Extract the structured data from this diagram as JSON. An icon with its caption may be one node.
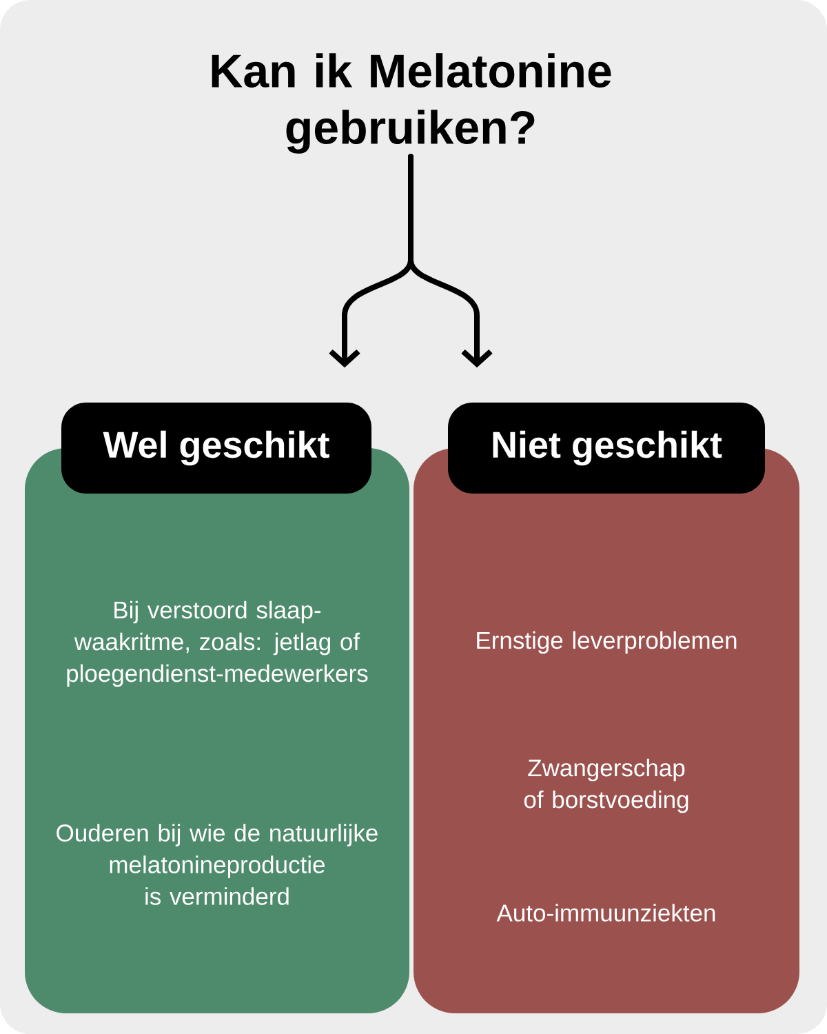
{
  "diagram": {
    "nodes": [
      {
        "text": [
          "Kan ik Melatonine gebruiken?"
        ]
      },
      {
        "text": [
          "Wel geschikt"
        ]
      },
      {
        "text": [
          "Niet geschikt"
        ]
      },
      {
        "text": [
          "Bij verstoord slaap-waakritme, zoals: jetlag of ploegendienst-medewerkers",
          "Ouderen bij wie de natuurlijke melatonineproductie is verminderd"
        ]
      },
      {
        "text": [
          "Ernstige leverproblemen",
          "Zwangerschap of borstvoeding",
          "Auto-immuunziekten"
        ]
      }
    ],
    "edges": [
      {
        "from": 0,
        "to": 1,
        "arrow": "to"
      },
      {
        "from": 0,
        "to": 2,
        "arrow": "to"
      }
    ]
  }
}
